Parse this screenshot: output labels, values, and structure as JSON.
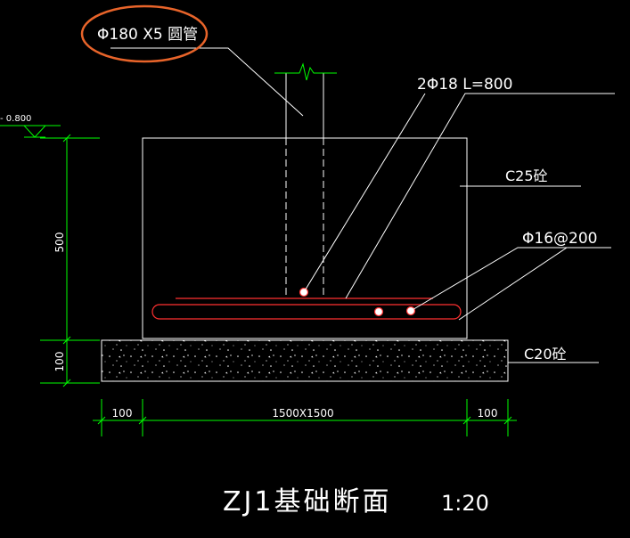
{
  "labels": {
    "pipe": "Φ180 X5 圆管",
    "rebar_top": "2Φ18  L=800",
    "concrete_c25": "C25砼",
    "rebar_bottom": "Φ16@200",
    "concrete_c20": "C20砼",
    "elevation": "- 0.800"
  },
  "dimensions": {
    "height_500": "500",
    "height_100": "100",
    "width_left": "100",
    "width_middle": "1500X1500",
    "width_right": "100"
  },
  "title": {
    "name": "ZJ1基础断面",
    "scale": "1:20"
  },
  "colors": {
    "background": "#000000",
    "outline": "#ffffff",
    "dimension": "#00ff00",
    "rebar": "#ff0000",
    "highlight": "#e8642a",
    "text": "#ffffff"
  }
}
